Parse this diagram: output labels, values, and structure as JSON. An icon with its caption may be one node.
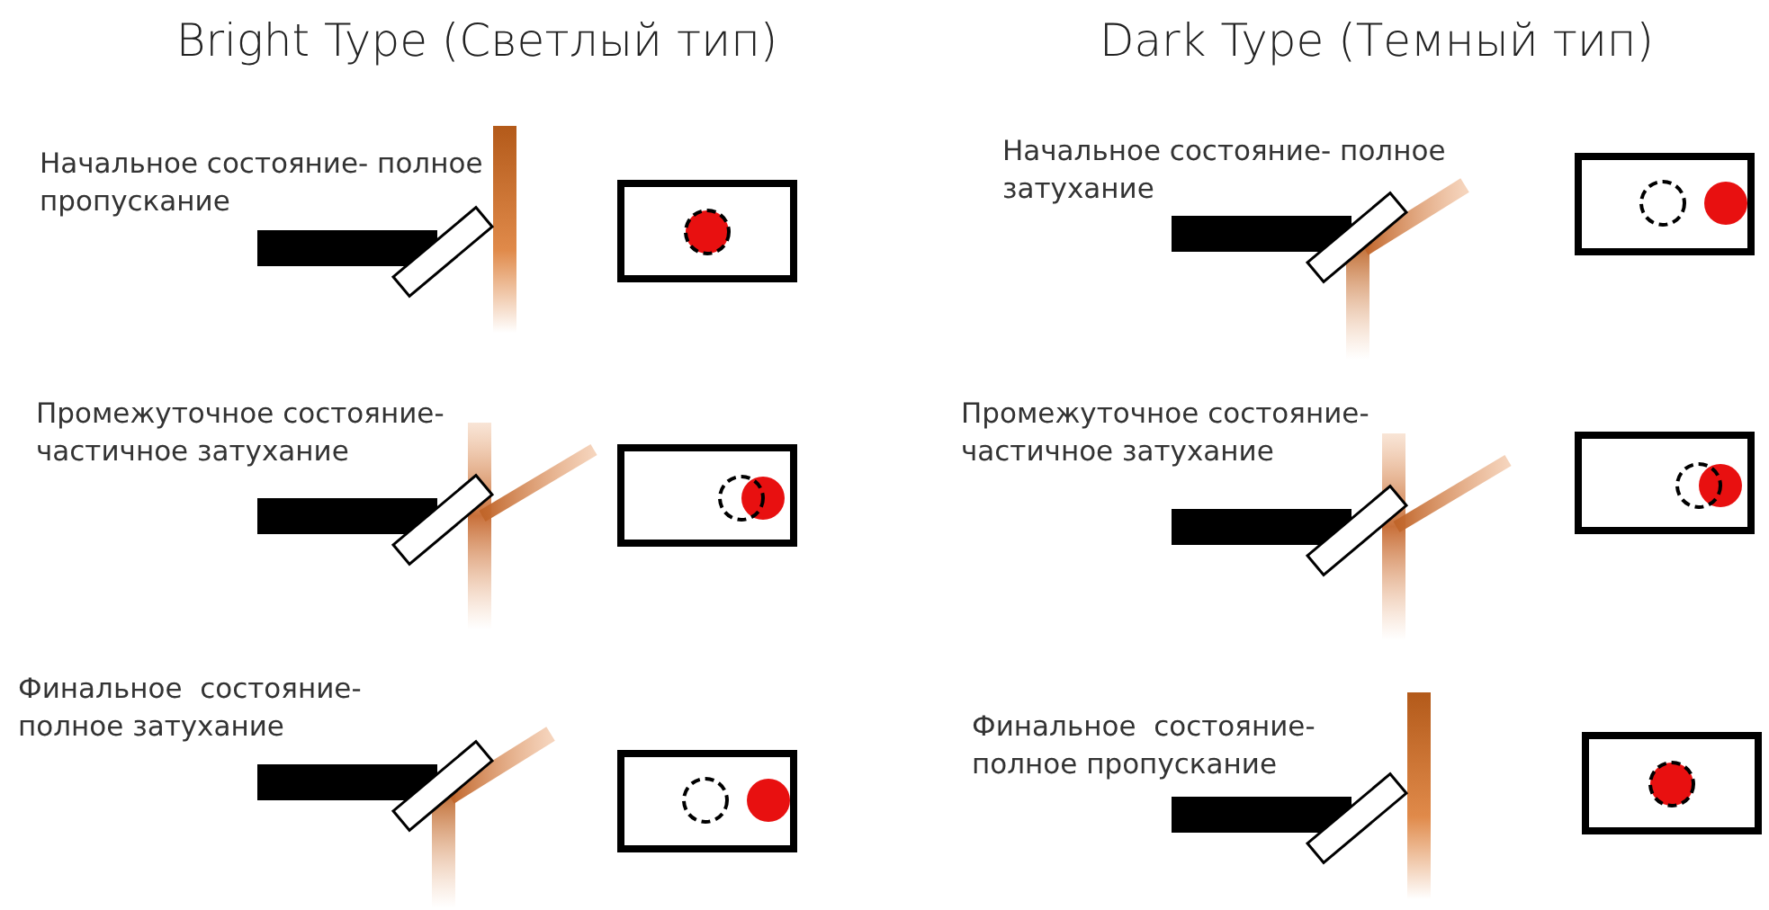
{
  "diagram": {
    "labels": [
      "Bright Type (Светлый тип)",
      "Dark Type (Темный тип)",
      "Начальное состояние- полное пропускание",
      "Начальное состояние- полное затухание",
      "Промежуточное состояние- частичное затухание",
      "Промежуточное состояние- частичное затухание",
      "Финальное  состояние- полное затухание",
      "Финальное  состояние- полное пропускание"
    ]
  }
}
